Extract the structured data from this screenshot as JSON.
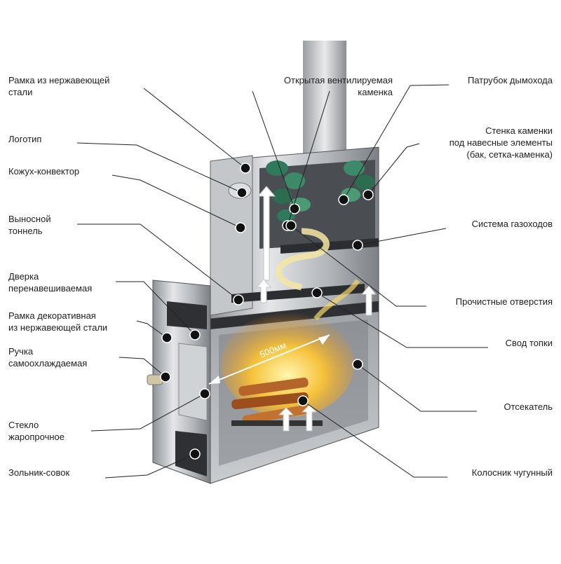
{
  "labels_left": [
    {
      "id": "ramka-nerzh",
      "lines": [
        "Рамка из нержавеющей",
        "стали"
      ]
    },
    {
      "id": "logotip",
      "lines": [
        "Логотип"
      ]
    },
    {
      "id": "kozhuh",
      "lines": [
        "Кожух-конвектор"
      ]
    },
    {
      "id": "tonnel",
      "lines": [
        "Выносной",
        "тоннель"
      ]
    },
    {
      "id": "dverka",
      "lines": [
        "Дверка",
        "перенавешиваемая"
      ]
    },
    {
      "id": "ramka-dekor",
      "lines": [
        "Рамка декоративная",
        "из нержавеющей стали"
      ]
    },
    {
      "id": "ruchka",
      "lines": [
        "Ручка",
        "самоохлаждаемая"
      ]
    },
    {
      "id": "steklo",
      "lines": [
        "Стекло",
        "жаропрочное"
      ]
    },
    {
      "id": "zolnik",
      "lines": [
        "Зольник-совок"
      ]
    }
  ],
  "labels_right": [
    {
      "id": "patrubok",
      "lines": [
        "Патрубок дымохода"
      ]
    },
    {
      "id": "stenka",
      "lines": [
        "Стенка каменки",
        "под навесные элементы",
        "(бак, сетка-каменка)"
      ]
    },
    {
      "id": "gazohody",
      "lines": [
        "Система газоходов"
      ]
    },
    {
      "id": "prochistnye",
      "lines": [
        "Прочистные отверстия"
      ]
    },
    {
      "id": "svod",
      "lines": [
        "Свод топки"
      ]
    },
    {
      "id": "otsekatel",
      "lines": [
        "Отсекатель"
      ]
    },
    {
      "id": "kolosnik",
      "lines": [
        "Колосник чугунный"
      ]
    }
  ],
  "label_top": {
    "id": "kamenka",
    "lines": [
      "Открытая вентилируемая",
      "каменка"
    ]
  },
  "dimension_label": "500мм",
  "colors": {
    "steel": "#b9bcc0",
    "steel_dark": "#6e7277",
    "interior": "#3a3c3f",
    "stone": "#3d8a6a",
    "flame": "#f4b21c",
    "wood": "#b5652a",
    "air": "#ffffff"
  }
}
